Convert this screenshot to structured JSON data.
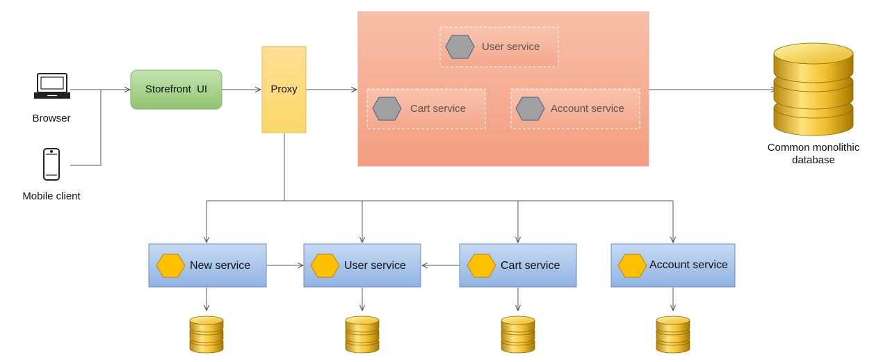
{
  "clients": {
    "browser": "Browser",
    "mobile": "Mobile client"
  },
  "storefront": "Storefront  UI",
  "proxy": "Proxy",
  "monolith": {
    "user_service": "User service",
    "cart_service": "Cart service",
    "account_service": "Account service"
  },
  "database": {
    "line1": "Common monolithic",
    "line2": "database"
  },
  "microservices": {
    "new_service": "New service",
    "user_service": "User service",
    "cart_service": "Cart service",
    "account_service": "Account service"
  },
  "colors": {
    "storefront_fill": "#a8d38f",
    "proxy_fill": "#fde08a",
    "monolith_fill": "#f6a488",
    "service_fill": "#a8c5ea",
    "hexagon_fill": "#ffc000",
    "monolith_hexagon_fill": "#9a9a9a",
    "database_gold": "#e5b21e"
  }
}
